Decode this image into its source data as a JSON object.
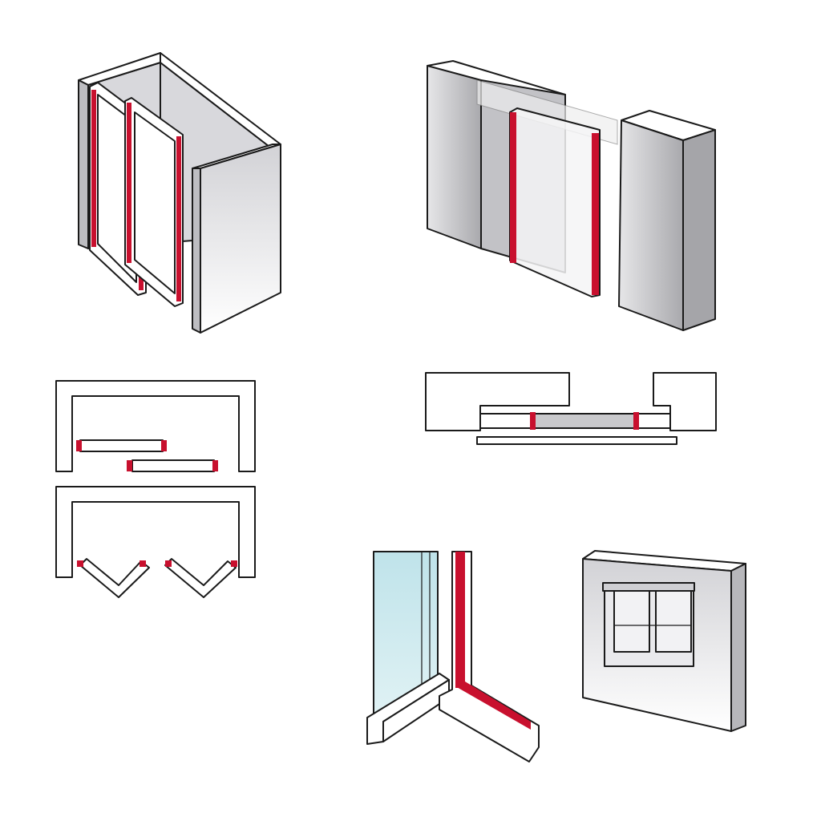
{
  "colors": {
    "seal_red": "#c8102e",
    "wall_gray": "#c9c9cc",
    "glass_blue": "#cfe9ee",
    "outline": "#1a1a1a"
  },
  "panels": [
    {
      "id": "hinged-folding-door-3d"
    },
    {
      "id": "sliding-door-3d"
    },
    {
      "id": "bypass-and-folding-doors-plan"
    },
    {
      "id": "sliding-door-plan"
    },
    {
      "id": "window-frame-corner-profiles"
    },
    {
      "id": "wall-with-window"
    }
  ]
}
